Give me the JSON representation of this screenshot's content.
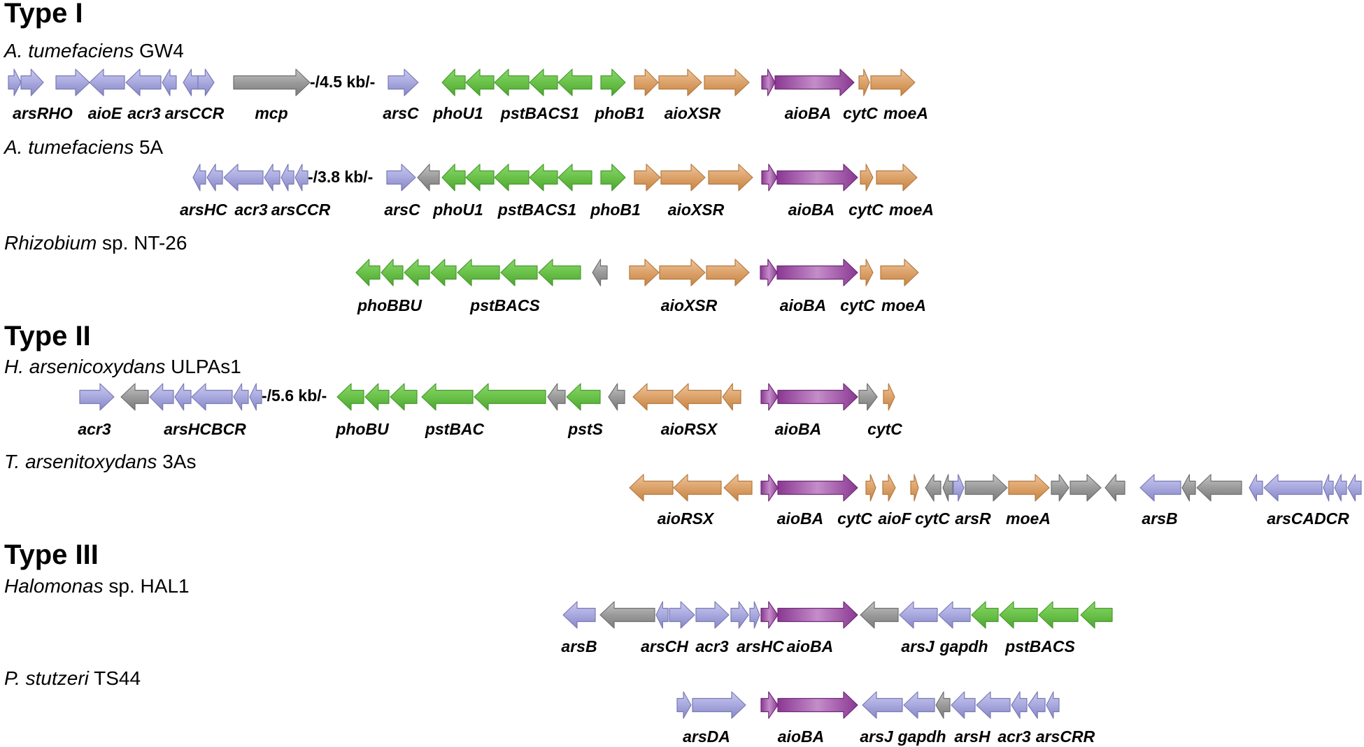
{
  "colors": {
    "purple": "#a9a9df",
    "green": "#6ac249",
    "tan": "#dca26a",
    "magenta": "#9c4aa2",
    "gray": "#9b9b9b"
  },
  "type_titles": [
    "Type I",
    "Type II",
    "Type III"
  ],
  "organisms": [
    {
      "italic": "A. tumefaciens",
      "rest": " GW4"
    },
    {
      "italic": "A. tumefaciens",
      "rest": " 5A"
    },
    {
      "italic": "Rhizobium",
      "rest": " sp. NT-26"
    },
    {
      "italic": "H. arsenicoxydans",
      "rest": " ULPAs1"
    },
    {
      "italic": "T. arsenitoxydans",
      "rest": " 3As"
    },
    {
      "italic": "Halomonas",
      "rest": " sp. HAL1"
    },
    {
      "italic": "P. stutzeri",
      "rest": " TS44"
    }
  ],
  "gap_labels": [
    "-/4.5 kb/-",
    "-/3.8 kb/-",
    "-/5.6 kb/-"
  ],
  "gene_labels": [
    [
      "arsRHO",
      "aioE",
      "acr3",
      "arsCCR",
      "mcp",
      "arsC",
      "phoU1",
      "pstBACS1",
      "phoB1",
      "aioXSR",
      "aioBA",
      "cytC",
      "moeA"
    ],
    [
      "arsHC",
      "acr3",
      "arsCCR",
      "arsC",
      "phoU1",
      "pstBACS1",
      "phoB1",
      "aioXSR",
      "aioBA",
      "cytC",
      "moeA"
    ],
    [
      "phoBBU",
      "pstBACS",
      "aioXSR",
      "aioBA",
      "cytC",
      "moeA"
    ],
    [
      "acr3",
      "arsHCBCR",
      "phoBU",
      "pstBAC",
      "pstS",
      "aioRSX",
      "aioBA",
      "cytC"
    ],
    [
      "aioRSX",
      "aioBA",
      "cytC",
      "aioF",
      "cytC",
      "arsR",
      "moeA",
      "arsB",
      "arsCADCR"
    ],
    [
      "arsB",
      "arsCH",
      "acr3",
      "arsHC",
      "aioBA",
      "arsJ",
      "gapdh",
      "pstBACS"
    ],
    [
      "arsDA",
      "aioBA",
      "arsJ",
      "gapdh",
      "arsH",
      "acr3",
      "arsCRR"
    ]
  ]
}
